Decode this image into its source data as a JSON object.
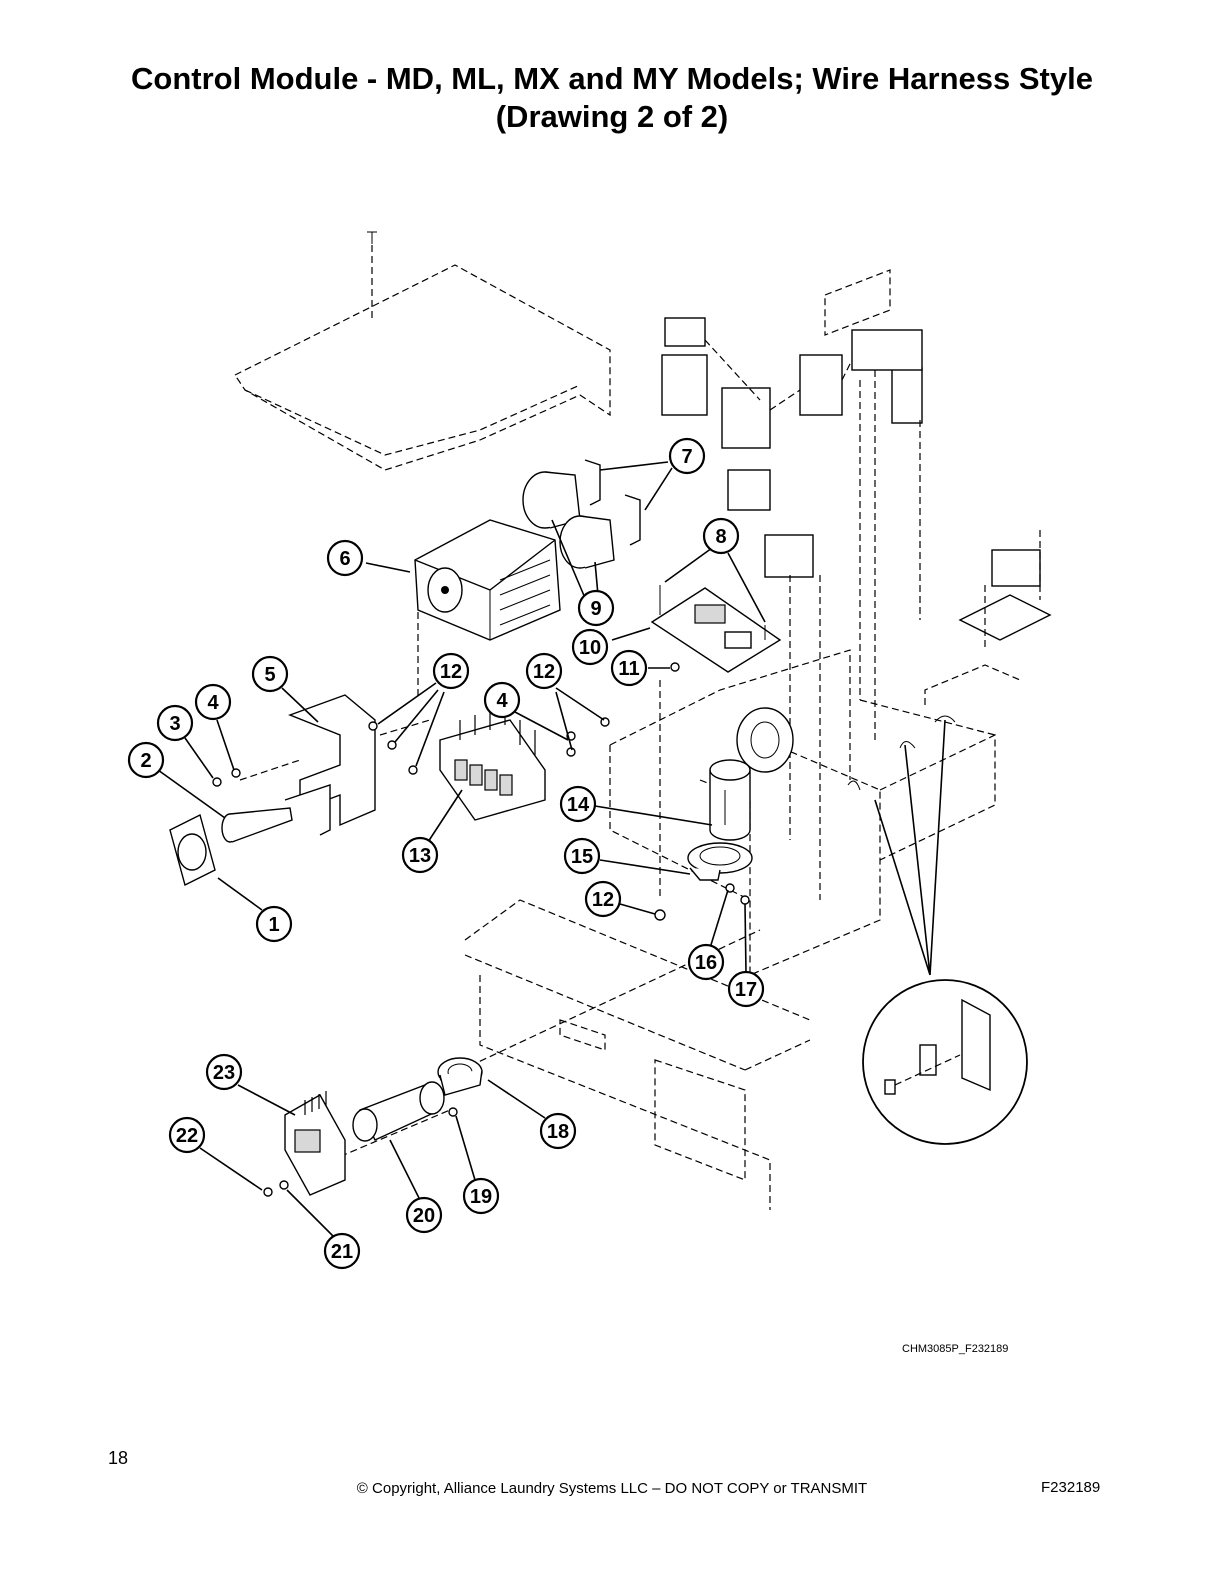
{
  "title": {
    "line1": "Control Module - MD, ML, MX and MY Models; Wire Harness Style",
    "line2": "(Drawing 2 of 2)"
  },
  "callouts": [
    "1",
    "2",
    "3",
    "4",
    "4",
    "5",
    "6",
    "7",
    "8",
    "9",
    "10",
    "11",
    "12",
    "12",
    "12",
    "13",
    "14",
    "15",
    "16",
    "17",
    "18",
    "19",
    "20",
    "21",
    "22",
    "23"
  ],
  "drawing_id": "CHM3085P_F232189",
  "footer": {
    "page_number": "18",
    "copyright": "© Copyright, Alliance Laundry Systems LLC – DO NOT COPY or TRANSMIT",
    "doc_code": "F232189"
  }
}
